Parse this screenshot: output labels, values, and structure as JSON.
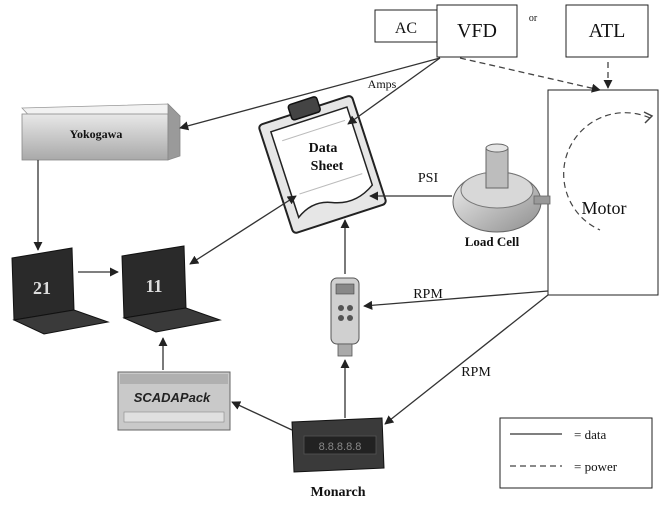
{
  "nodes": {
    "ac": "AC",
    "vfd": "VFD",
    "or": "or",
    "atl": "ATL",
    "yokogawa": "Yokogawa",
    "data_sheet_line1": "Data",
    "data_sheet_line2": "Sheet",
    "load_cell": "Load Cell",
    "motor": "Motor",
    "laptop_21": "21",
    "laptop_11": "11",
    "scadapack": "SCADAPack",
    "monarch": "Monarch"
  },
  "edge_labels": {
    "amps": "Amps",
    "psi": "PSI",
    "rpm_tach": "RPM",
    "rpm_monarch": "RPM"
  },
  "legend": {
    "data": "= data",
    "power": "= power"
  },
  "colors": {
    "line": "#333333",
    "laptop_body": "#2a2a2a",
    "device_gray": "#cfcfcf"
  }
}
